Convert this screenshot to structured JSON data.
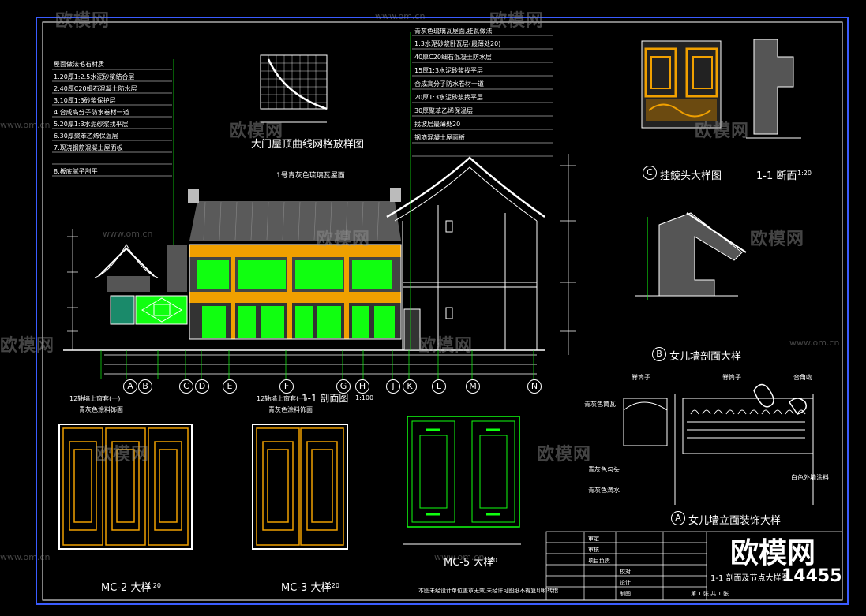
{
  "watermark": {
    "text": "欧模网",
    "site": "www.om.cn"
  },
  "drawing_titles": {
    "roof_curve": "大门屋顶曲线网格放样图",
    "section_1_1": "1-1 剖面图",
    "section_scale": "1:100",
    "detail_c": "挂鋴头大样图",
    "section_11": "1-1 断面",
    "section_11_scale": "1:20",
    "detail_b": "女儿墙剖面大样",
    "detail_a": "女儿墙立面装饰大样",
    "mc2": "MC-2 大样",
    "mc2_scale": "1:20",
    "mc3": "MC-3 大样",
    "mc3_scale": "1:20",
    "mc5": "MC-5 大样",
    "mc5_scale": "1:20"
  },
  "axis_labels": [
    "A",
    "B",
    "C",
    "D",
    "E",
    "F",
    "G",
    "H",
    "J",
    "K",
    "L",
    "M",
    "N"
  ],
  "annotations": {
    "roof_note": "1号青灰色琉璃瓦屋面",
    "wall_label_1": "青灰色筒瓦",
    "wall_label_2": "白色外墙涂料",
    "wall_label_3": "青灰色勾头",
    "wall_label_4": "青灰色滴水",
    "ornament": "合角吻",
    "ridge": "脊筒子",
    "door_note_1": "12轴墙上窗套(一)",
    "door_note_2": "青灰色涂料饰面",
    "door_note_3": "12轴墙上窗套(一)",
    "door_note_4": "青灰色涂料饰面"
  },
  "specs_left": [
    "屋面做法毛石材质",
    "1.20厚1:2.5水泥砂浆结合层",
    "2.40厚C20细石混凝土防水层",
    "3.10厚1:3砂浆保护层",
    "4.合成高分子防水卷材一道",
    "5.20厚1:3水泥砂浆找平层",
    "6.30厚聚苯乙烯保温层",
    "7.现浇钢筋混凝土屋面板",
    "8.板底腻子刮平"
  ],
  "specs_right": [
    "青灰色琉璃瓦屋面,挂瓦做法",
    "1:3水泥砂浆卧瓦层(最薄处20)",
    "40厚C20细石混凝土防水层",
    "15厚1:3水泥砂浆找平层",
    "合成高分子防水卷材一道",
    "20厚1:3水泥砂浆找平层",
    "30厚聚苯乙烯保温层",
    "找坡层最薄处20",
    "钢筋混凝土屋面板"
  ],
  "title_block": {
    "rows": [
      "审定",
      "审核",
      "项目负责",
      "校对",
      "设计",
      "制图"
    ],
    "drawing_name": "1-1 剖面及节点大样图",
    "sheet": "第 1 张 共 1 张",
    "note": "本图未经设计单位盖章无效,未经许可图纸不得复印和转借"
  },
  "brand": {
    "name": "欧模网",
    "code": "14455"
  }
}
